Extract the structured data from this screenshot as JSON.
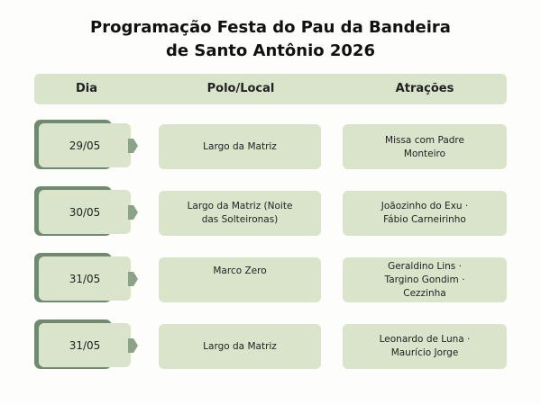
{
  "title": {
    "line1": "Programação Festa do Pau da Bandeira",
    "line2": "de Santo Antônio 2026"
  },
  "header": {
    "dia": "Dia",
    "polo": "Polo/Local",
    "atracoes": "Atrações"
  },
  "rows": [
    {
      "dia": "29/05",
      "polo": "Largo da Matriz",
      "atracoes": "Missa com Padre Monteiro"
    },
    {
      "dia": "30/05",
      "polo": "Largo da Matriz (Noite das Solteironas)",
      "atracoes": "Joãozinho do Exu · Fábio Carneirinho"
    },
    {
      "dia": "31/05",
      "polo": "Marco Zero",
      "atracoes": "Geraldino Lins · Targino Gondim · Cezzinha"
    },
    {
      "dia": "31/05",
      "polo": "Largo da Matriz",
      "atracoes": "Leonardo de Luna · Maurício Jorge"
    }
  ]
}
